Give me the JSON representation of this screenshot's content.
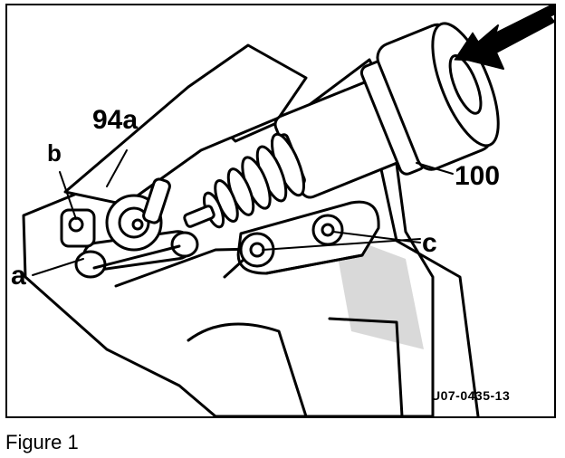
{
  "figure": {
    "labels": {
      "part_94a": "94a",
      "part_b": "b",
      "part_a": "a",
      "part_100": "100",
      "part_c": "c",
      "code": "U07-0435-13"
    }
  },
  "caption": "Figure 1",
  "colors": {
    "ink": "#000000",
    "paper": "#ffffff",
    "shade": "#d9d9d9"
  }
}
